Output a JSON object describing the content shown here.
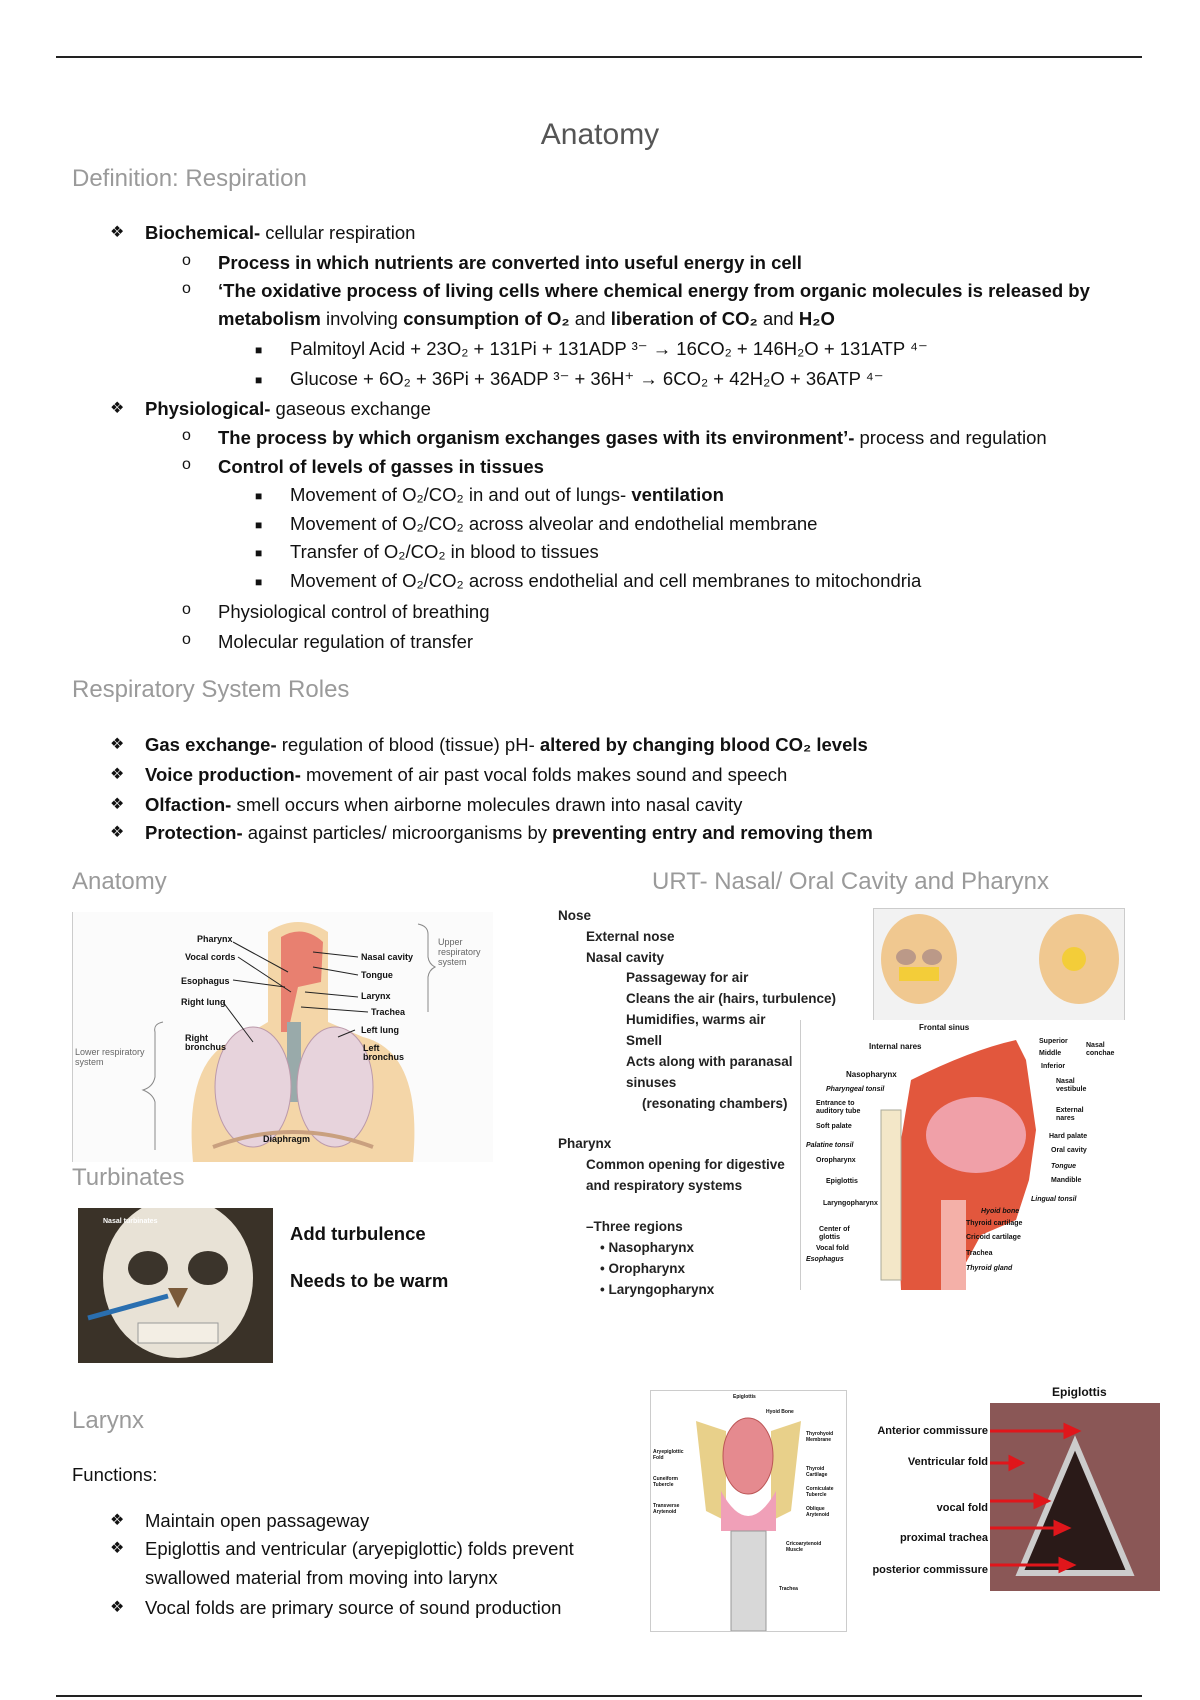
{
  "title": "Anatomy",
  "definition": {
    "heading": "Definition: Respiration",
    "biochemical": {
      "bold": "Biochemical-",
      "text": " cellular respiration"
    },
    "bio_sub1": "Process in which nutrients are converted into useful energy in cell",
    "bio_sub2_line1": "‘The oxidative process of living cells where chemical energy from organic molecules is released by",
    "bio_sub2_line2": {
      "b1": "metabolism",
      "t1": " involving ",
      "b2": "consumption of O₂",
      "t2": " and ",
      "b3": "liberation of CO₂",
      "t3": " and ",
      "b4": "H₂O"
    },
    "equations": [
      "Palmitoyl Acid  + 23O₂ + 131Pi + 131ADP ³⁻  → 16CO₂ + 146H₂O + 131ATP ⁴⁻",
      "Glucose  + 6O₂ + 36Pi + 36ADP ³⁻   + 36H⁺ → 6CO₂ + 42H₂O + 36ATP ⁴⁻"
    ],
    "physiological": {
      "bold": "Physiological-",
      "text": " gaseous exchange"
    },
    "phys_sub1": {
      "bold": "The process by which organism exchanges gases with its environment’-",
      "text": " process and regulation"
    },
    "phys_sub2": "Control of levels of gasses in tissues",
    "phys_sub2_items": [
      {
        "text": "Movement of O₂/CO₂ in and out of lungs- ",
        "bold": "ventilation"
      },
      {
        "text": "Movement of O₂/CO₂ across alveolar and endothelial membrane"
      },
      {
        "text": "Transfer of O₂/CO₂ in blood to tissues"
      },
      {
        "text": "Movement of O₂/CO₂ across endothelial and cell membranes to mitochondria"
      }
    ],
    "phys_sub3": "Physiological control of breathing",
    "phys_sub4": "Molecular regulation of transfer"
  },
  "roles": {
    "heading": "Respiratory System Roles",
    "items": [
      {
        "bold": "Gas exchange-",
        "text": " regulation of blood (tissue) pH- ",
        "bold2": "altered by changing blood CO₂ levels"
      },
      {
        "bold": "Voice production-",
        "text": " movement of air past vocal folds makes sound and speech",
        "bold2": ""
      },
      {
        "bold": "Olfaction-",
        "text": " smell occurs when airborne molecules drawn into nasal cavity",
        "bold2": ""
      },
      {
        "bold": "Protection-",
        "text": " against particles/ microorganisms by ",
        "bold2": "preventing entry and removing them"
      }
    ]
  },
  "anatomy": {
    "heading": "Anatomy",
    "labels": {
      "pharynx": "Pharynx",
      "vocal_cords": "Vocal cords",
      "esophagus": "Esophagus",
      "right_lung": "Right lung",
      "right_bronchus": "Right bronchus",
      "nasal_cavity": "Nasal cavity",
      "tongue": "Tongue",
      "larynx": "Larynx",
      "trachea": "Trachea",
      "left_lung": "Left lung",
      "left_bronchus": "Left bronchus",
      "diaphragm": "Diaphragm",
      "upper": "Upper respiratory system",
      "lower": "Lower respiratory system"
    }
  },
  "turbinates": {
    "heading": "Turbinates",
    "image_label": "Nasal turbinates",
    "notes": [
      "Add turbulence",
      "Needs to be warm"
    ]
  },
  "urt": {
    "heading": "URT- Nasal/ Oral Cavity and Pharynx",
    "nose": "Nose",
    "external_nose": "External nose",
    "nasal_cavity": "Nasal cavity",
    "nasal_items": [
      "Passageway for air",
      "Cleans the air (hairs, turbulence)",
      "Humidifies, warms air",
      "Smell",
      "Acts along with paranasal",
      "sinuses"
    ],
    "resonating": "(resonating chambers)",
    "pharynx": "Pharynx",
    "pharynx_desc": [
      "Common opening for digestive",
      "and respiratory systems"
    ],
    "regions_title": "–Three regions",
    "regions": [
      "Nasopharynx",
      "Oropharynx",
      "Laryngopharynx"
    ],
    "sagittal_labels": {
      "frontal_sinus": "Frontal sinus",
      "internal_nares": "Internal nares",
      "nasopharynx": "Nasopharynx",
      "pharyngeal_tonsil": "Pharyngeal tonsil",
      "auditory": "Entrance to auditory tube",
      "soft_palate": "Soft palate",
      "palatine_tonsil": "Palatine tonsil",
      "oropharynx": "Oropharynx",
      "epiglottis": "Epiglottis",
      "laryngopharynx": "Laryngopharynx",
      "glottis": "Center of glottis",
      "vocal_fold": "Vocal fold",
      "esophagus": "Esophagus",
      "superior": "Superior",
      "middle": "Middle",
      "inferior": "Inferior",
      "conchae": "Nasal conchae",
      "vestibule": "Nasal vestibule",
      "external_nares": "External nares",
      "hard_palate": "Hard palate",
      "oral_cavity": "Oral cavity",
      "tongue": "Tongue",
      "mandible": "Mandible",
      "lingual_tonsil": "Lingual tonsil",
      "hyoid": "Hyoid bone",
      "thyroid_cartilage": "Thyroid cartilage",
      "cricoid": "Cricoid cartilage",
      "trachea": "Trachea",
      "thyroid_gland": "Thyroid gland"
    }
  },
  "larynx": {
    "heading": "Larynx",
    "functions_label": "Functions:",
    "items": [
      "Maintain open passageway",
      "Epiglottis and ventricular (aryepiglottic) folds prevent",
      "swallowed material from moving into larynx",
      "Vocal folds are primary source of sound production"
    ],
    "diagram_labels": {
      "epiglottis": "Epiglottis",
      "hyoid": "Hyoid Bone",
      "thyrohyoid": "Thyrohyoid Membrane",
      "aryepiglottic": "Aryepiglottic Fold",
      "thyroid": "Thyroid Cartilage",
      "cuneiform": "Cuneiform Tubercle",
      "corniculate": "Corniculate Tubercle",
      "transverse": "Transverse Arytenoid",
      "oblique": "Oblique Arytenoid",
      "cricoarytenoid": "Cricoarytenoid Muscle",
      "trachea": "Trachea"
    },
    "scope": {
      "title": "Epiglottis",
      "labels": [
        "Anterior commissure",
        "Ventricular fold",
        "vocal fold",
        "proximal trachea",
        "posterior commissure"
      ],
      "arrow_color": "#e0161b"
    }
  }
}
